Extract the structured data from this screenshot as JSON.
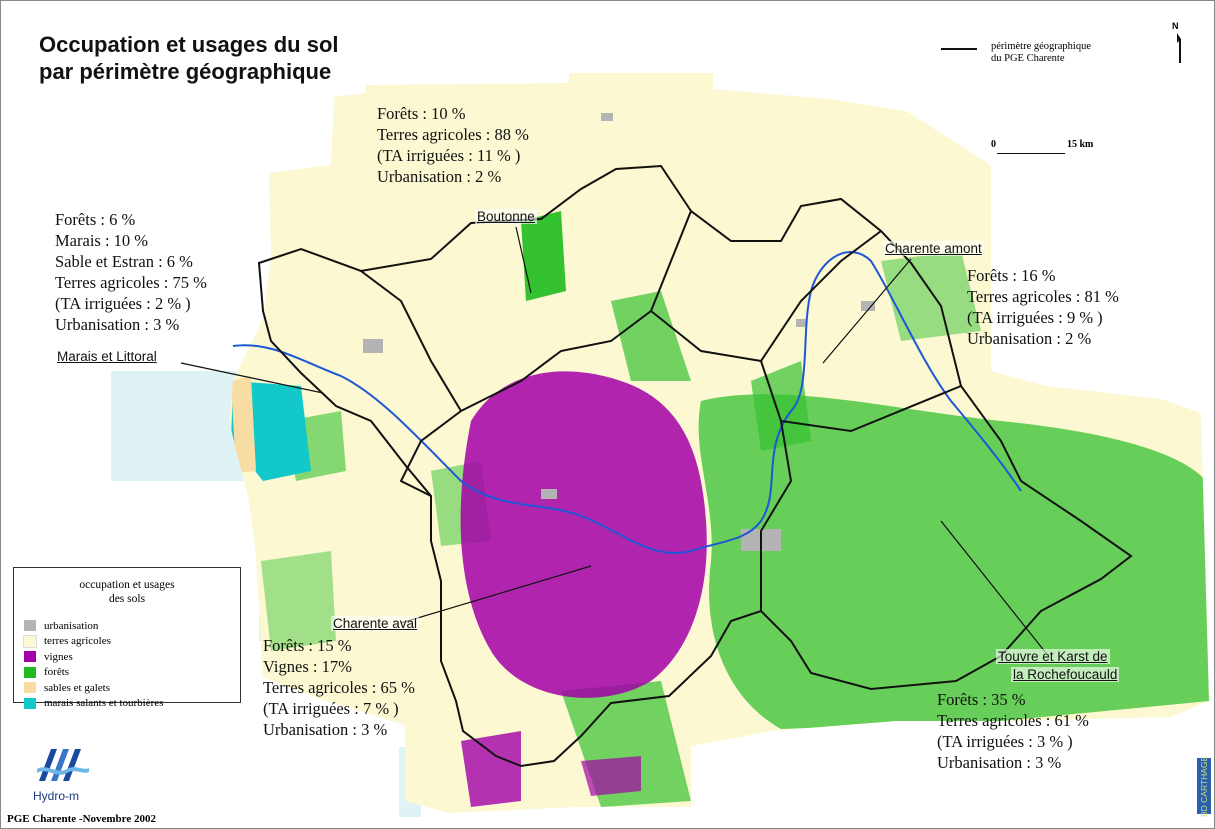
{
  "title": {
    "line1": "Occupation et usages du sol",
    "line2": "par périmètre géographique"
  },
  "perimeter_legend": {
    "line1": "périmètre géographique",
    "line2": "du PGE Charente"
  },
  "north_label": "N",
  "scale": {
    "start": "0",
    "end": "15 km"
  },
  "regions": {
    "boutonne": {
      "name": "Boutonne",
      "stats": [
        "Forêts : 10 %",
        "Terres agricoles : 88 %",
        "(TA irriguées : 11 % )",
        "Urbanisation : 2 %"
      ]
    },
    "marais": {
      "name": "Marais et Littoral",
      "stats": [
        "Forêts : 6 %",
        "Marais : 10 %",
        "Sable et Estran : 6 %",
        "Terres agricoles : 75 %",
        "(TA irriguées : 2 % )",
        "Urbanisation : 3 %"
      ]
    },
    "charente_amont": {
      "name": "Charente amont",
      "stats": [
        "Forêts : 16 %",
        "Terres agricoles : 81 %",
        "(TA irriguées : 9 % )",
        "Urbanisation : 2 %"
      ]
    },
    "charente_aval": {
      "name": "Charente aval",
      "stats": [
        "Forêts : 15 %",
        "Vignes : 17%",
        "Terres agricoles : 65 %",
        "(TA irriguées : 7 % )",
        "Urbanisation : 3 %"
      ]
    },
    "touvre": {
      "name_line1": "Touvre et Karst de",
      "name_line2": "la Rochefoucauld",
      "stats": [
        "Forêts : 35 %",
        "Terres agricoles : 61 %",
        "(TA irriguées : 3 % )",
        "Urbanisation : 3 %"
      ]
    }
  },
  "legend": {
    "title_line1": "occupation et usages",
    "title_line2": "des sols",
    "items": [
      {
        "label": "urbanisation",
        "color": "#b4b4b4"
      },
      {
        "label": "terres agricoles",
        "color": "#fbf8d2"
      },
      {
        "label": "vignes",
        "color": "#a300a8"
      },
      {
        "label": "forêts",
        "color": "#1fbb1f"
      },
      {
        "label": "sables et galets",
        "color": "#f7dca3"
      },
      {
        "label": "marais salants et tourbières",
        "color": "#12c8c8"
      }
    ]
  },
  "logo_text": "Hydro-m",
  "footer": "PGE Charente -Novembre 2002",
  "credit": "BD CARTHAGE",
  "colors": {
    "agri": "#fbf8d2",
    "forest": "#1fbb1f",
    "vine": "#a300a8",
    "urban": "#b4b4b4",
    "marsh": "#12c8c8",
    "sand": "#f7dca3",
    "river": "#1d57d6",
    "sea": "#dff2f6"
  }
}
